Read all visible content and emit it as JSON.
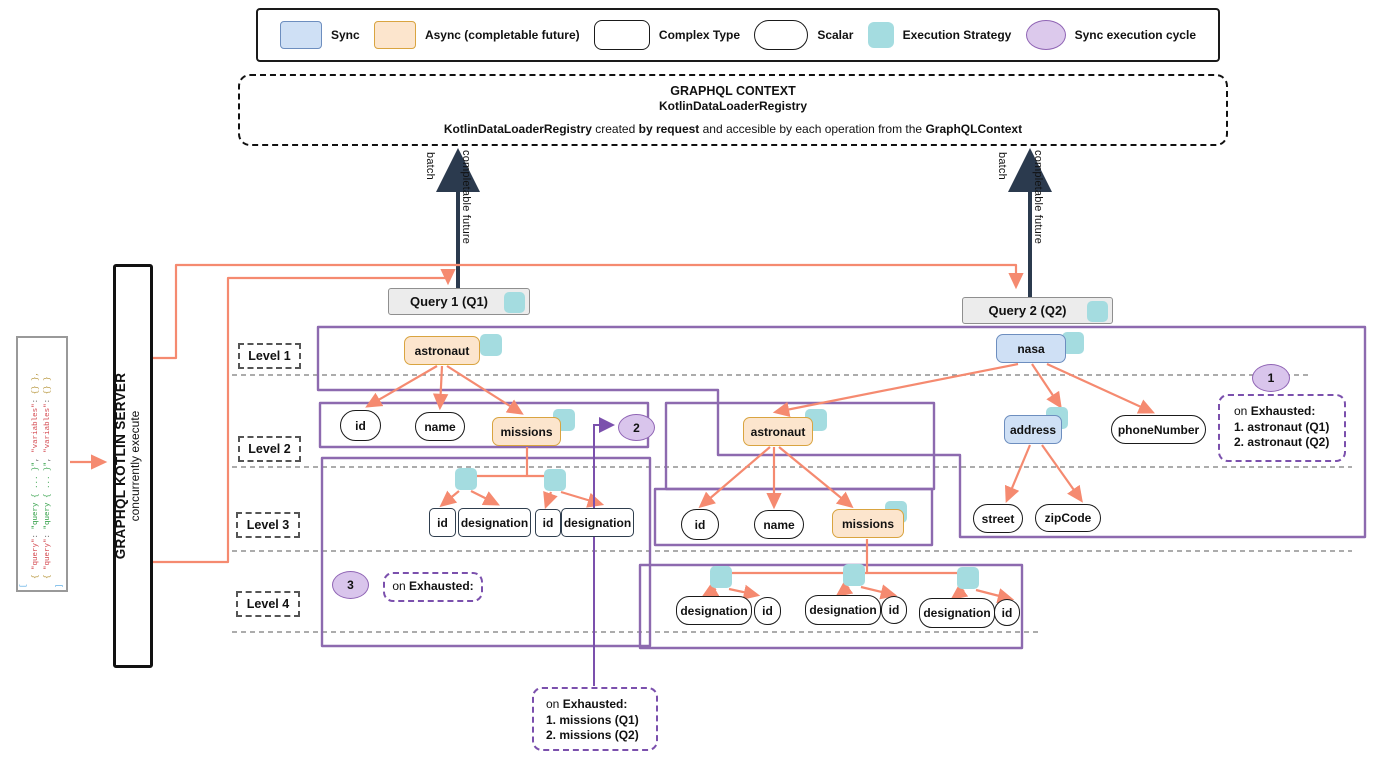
{
  "legend": {
    "items": [
      {
        "label": "Sync"
      },
      {
        "label": "Async (completable future)"
      },
      {
        "label": "Complex Type"
      },
      {
        "label": "Scalar"
      },
      {
        "label": "Execution Strategy"
      },
      {
        "label": "Sync execution cycle"
      }
    ]
  },
  "context": {
    "title": "GRAPHQL CONTEXT",
    "registry": "KotlinDataLoaderRegistry",
    "desc": {
      "p1": "KotlinDataLoaderRegistry",
      "p2": " created ",
      "p3": "by request",
      "p4": " and accesible by each operation from the ",
      "p5": "GraphQLContext"
    }
  },
  "server": {
    "title": "GRAPHQL KOTLIN SERVER",
    "subtitle": "concurrently execute"
  },
  "request_payload": {
    "lines": [
      [
        {
          "t": "[",
          "c": "#4aa3e0"
        }
      ],
      [
        {
          "t": "  { ",
          "c": "#b08c2a"
        },
        {
          "t": "\"query\"",
          "c": "#d44950"
        },
        {
          "t": ": ",
          "c": "#444"
        },
        {
          "t": "\"query { ... }\"",
          "c": "#2e9e44"
        },
        {
          "t": ", ",
          "c": "#444"
        },
        {
          "t": "\"variables\"",
          "c": "#d44950"
        },
        {
          "t": ": ",
          "c": "#444"
        },
        {
          "t": "{} ",
          "c": "#b08c2a"
        },
        {
          "t": "},",
          "c": "#b08c2a"
        }
      ],
      [
        {
          "t": "  { ",
          "c": "#b08c2a"
        },
        {
          "t": "\"query\"",
          "c": "#d44950"
        },
        {
          "t": ": ",
          "c": "#444"
        },
        {
          "t": "\"query { ... }\"",
          "c": "#2e9e44"
        },
        {
          "t": ", ",
          "c": "#444"
        },
        {
          "t": "\"variables\"",
          "c": "#d44950"
        },
        {
          "t": ": ",
          "c": "#444"
        },
        {
          "t": "{} ",
          "c": "#b08c2a"
        },
        {
          "t": "}",
          "c": "#b08c2a"
        }
      ],
      [
        {
          "t": "]",
          "c": "#4aa3e0"
        }
      ]
    ]
  },
  "queries": {
    "q1": {
      "label": "Query 1 (Q1)"
    },
    "q2": {
      "label": "Query 2 (Q2)"
    }
  },
  "edge_labels": {
    "batch": "batch",
    "completable_future": "completable future"
  },
  "levels": {
    "l1": "Level 1",
    "l2": "Level 2",
    "l3": "Level 3",
    "l4": "Level 4"
  },
  "cycles": {
    "c1": "1",
    "c2": "2",
    "c3": "3"
  },
  "notes": {
    "astronaut_exhausted": {
      "prefix": "on ",
      "keyword": "Exhausted:",
      "item1": "1. astronaut (Q1)",
      "item2": "2. astronaut (Q2)"
    },
    "missions_exhausted": {
      "prefix": "on ",
      "keyword": "Exhausted:",
      "item1": "1. missions (Q1)",
      "item2": "2. missions (Q2)"
    },
    "level4_exhausted": {
      "prefix": "on ",
      "keyword": "Exhausted:"
    }
  },
  "nodes": {
    "q1_astronaut": "astronaut",
    "q1_id": "id",
    "q1_name": "name",
    "q1_missions": "missions",
    "q1_mission1_id": "id",
    "q1_mission1_designation": "designation",
    "q1_mission2_id": "id",
    "q1_mission2_designation": "designation",
    "q2_nasa": "nasa",
    "q2_astronaut": "astronaut",
    "q2_address": "address",
    "q2_phone_number": "phoneNumber",
    "q2_astronaut_id": "id",
    "q2_astronaut_name": "name",
    "q2_astronaut_missions": "missions",
    "q2_street": "street",
    "q2_zip_code": "zipCode",
    "q2_mission1_designation": "designation",
    "q2_mission1_id": "id",
    "q2_mission2_designation": "designation",
    "q2_mission2_id": "id",
    "q2_mission3_designation": "designation",
    "q2_mission3_id": "id"
  }
}
